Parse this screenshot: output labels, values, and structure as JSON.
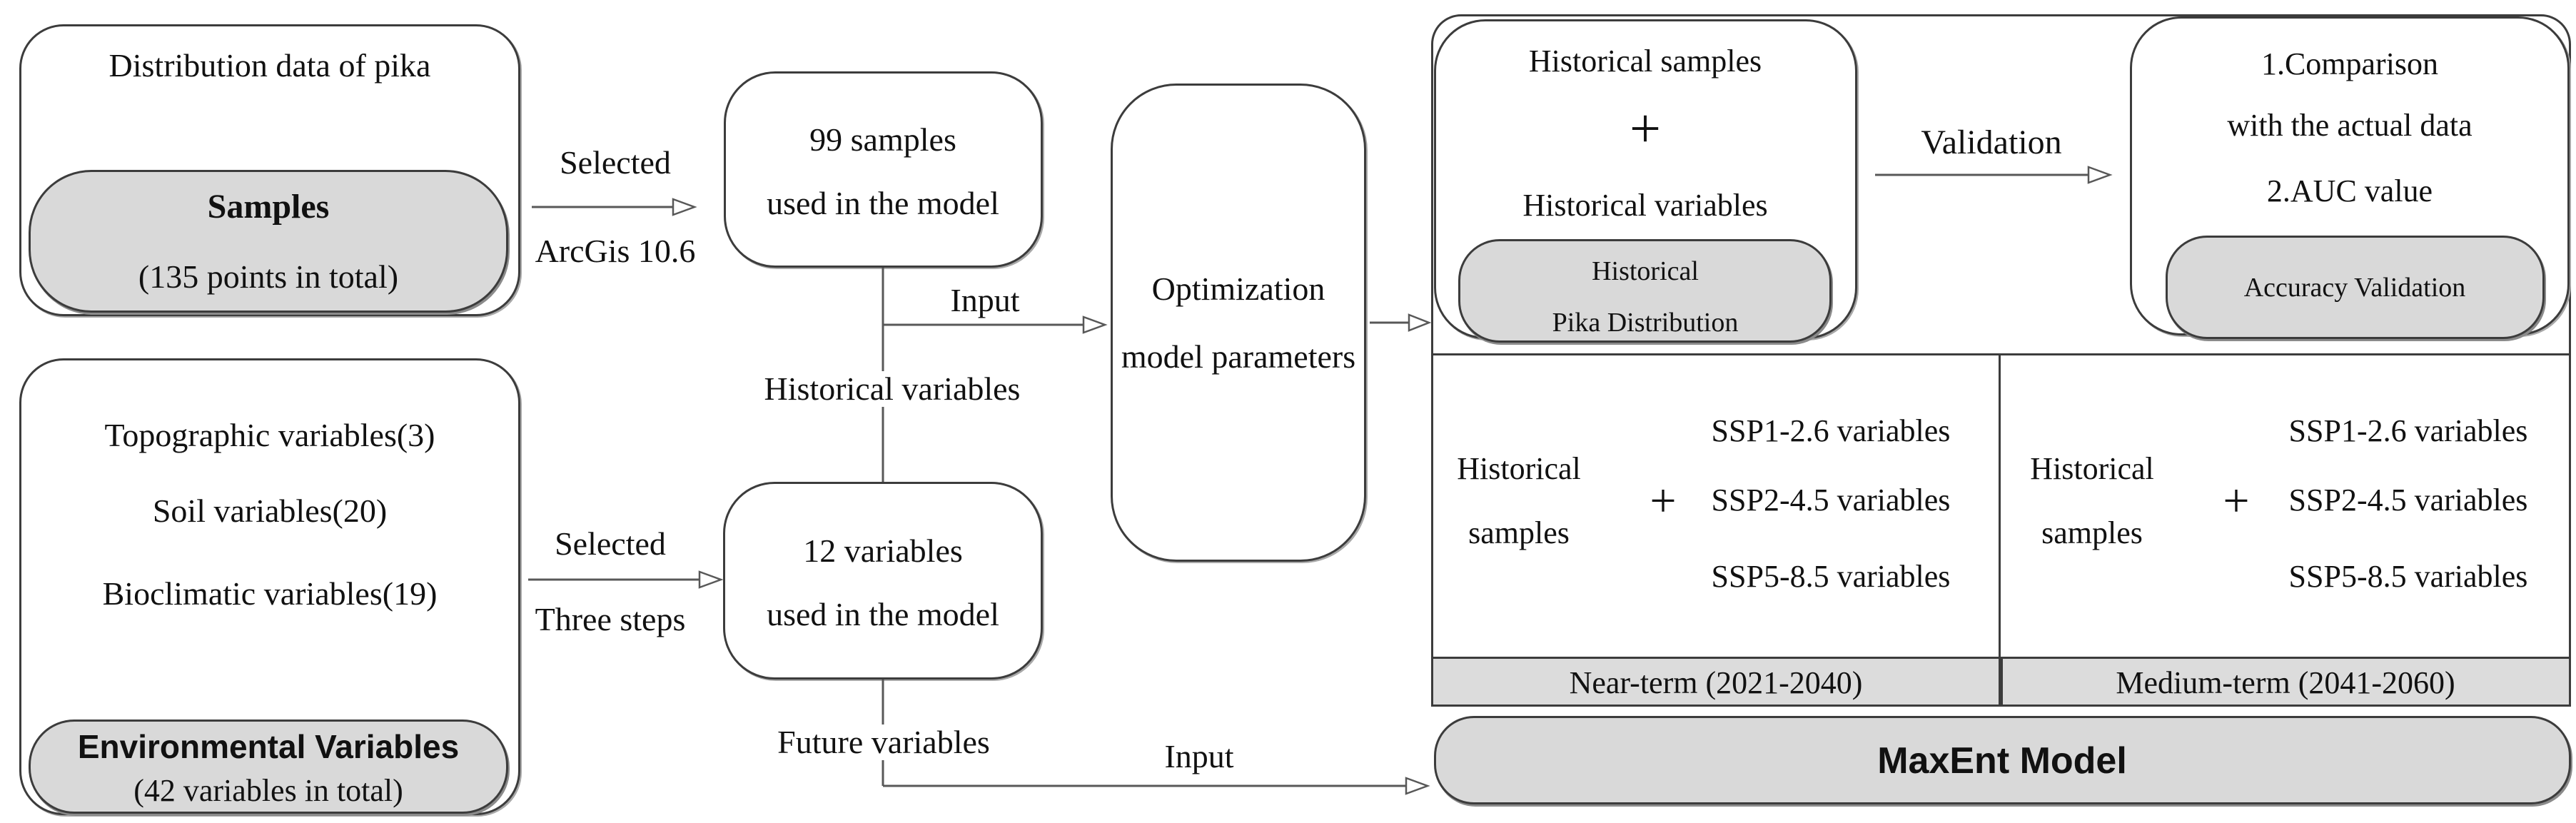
{
  "colors": {
    "gray_fill": "#d9d9d9",
    "term_bar_fill": "#dcdcdc",
    "box_border": "#3c3c3c",
    "connector_line": "#585858",
    "text": "#111111"
  },
  "left": {
    "distribution_box": {
      "title": "Distribution data of pika",
      "badge_title": "Samples",
      "badge_subtitle": "(135 points in total)"
    },
    "variables_box": {
      "rows": [
        "Topographic variables(3)",
        "Soil variables(20)",
        "Bioclimatic variables(19)"
      ],
      "badge_title": "Environmental Variables",
      "badge_subtitle": "(42 variables in total)"
    }
  },
  "middle": {
    "selected_arcgis": {
      "top": "Selected",
      "bottom": "ArcGis 10.6"
    },
    "selected_three_steps": {
      "top": "Selected",
      "bottom": "Three steps"
    },
    "samples_box": {
      "line1": "99 samples",
      "line2": "used in the model"
    },
    "variables_box": {
      "line1": "12 variables",
      "line2": "used in the model"
    },
    "historical_variables_label": "Historical variables",
    "future_variables_label": "Future variables",
    "input_top_label": "Input",
    "input_bottom_label": "Input",
    "optimization_box": {
      "line1": "Optimization",
      "line2": "model parameters"
    }
  },
  "right": {
    "historical_box": {
      "line1": "Historical samples",
      "plus": "+",
      "line2": "Historical variables",
      "badge_line1": "Historical",
      "badge_line2": "Pika Distribution"
    },
    "validation_label": "Validation",
    "comparison_box": {
      "line1": "1.Comparison",
      "line2": "with the actual data",
      "line3": "2.AUC value",
      "badge": "Accuracy Validation"
    },
    "panels": [
      {
        "left_line1": "Historical",
        "left_line2": "samples",
        "plus": "+",
        "rows": [
          "SSP1-2.6 variables",
          "SSP2-4.5 variables",
          "SSP5-8.5 variables"
        ],
        "footer": "Near-term (2021-2040)"
      },
      {
        "left_line1": "Historical",
        "left_line2": "samples",
        "plus": "+",
        "rows": [
          "SSP1-2.6 variables",
          "SSP2-4.5 variables",
          "SSP5-8.5 variables"
        ],
        "footer": "Medium-term (2041-2060)"
      }
    ],
    "maxent_label": "MaxEnt Model"
  }
}
